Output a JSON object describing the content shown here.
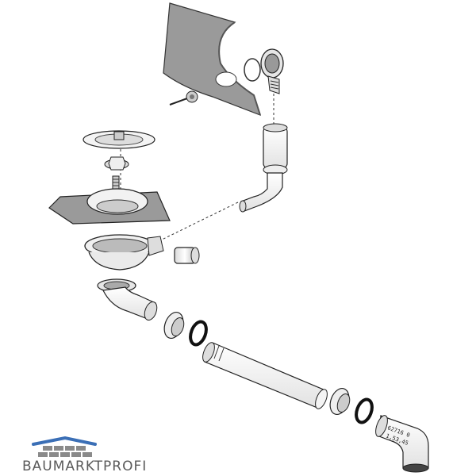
{
  "brand": {
    "name": "BAUMARKTPROFI",
    "accent_color": "#3b6fb6",
    "text_color": "#5a5a5a"
  },
  "diagram": {
    "description_type": "exploded-parts-drawing",
    "part_label_line1": "62716 0",
    "part_label_line2": "1,53,45"
  }
}
